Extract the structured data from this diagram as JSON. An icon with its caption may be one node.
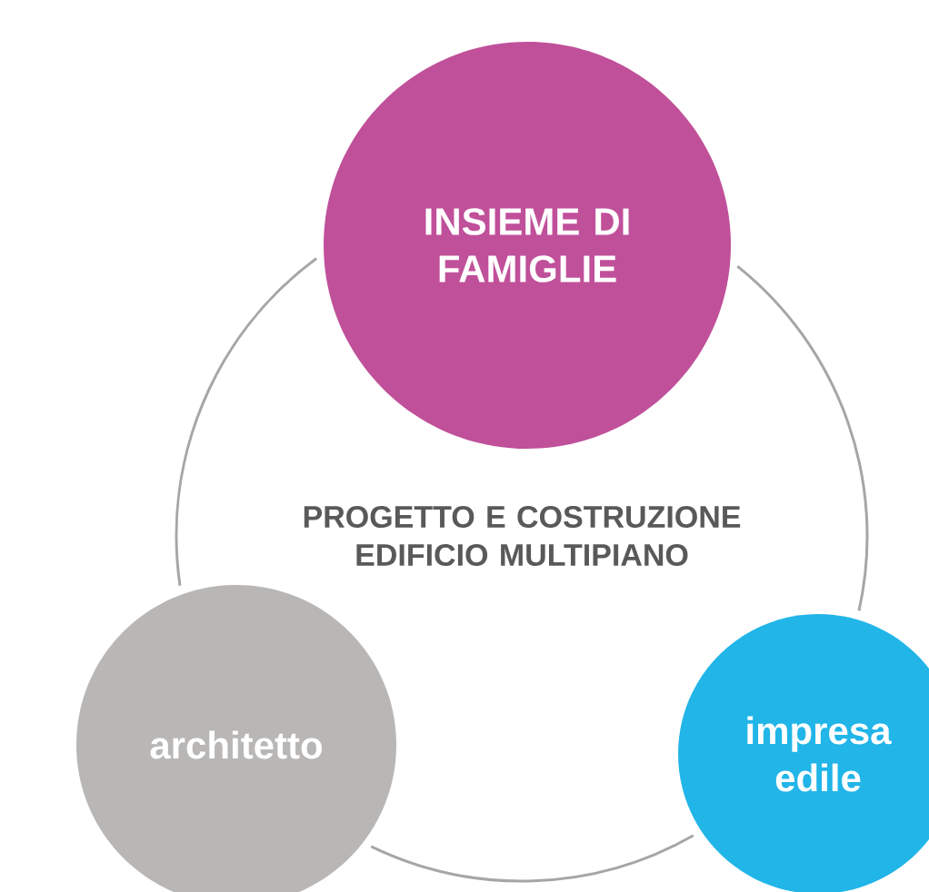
{
  "diagram": {
    "nodes": [
      {
        "text": [
          "PROGETTO E COSTRUZIONE EDIFICIO MULTIPIANO"
        ]
      },
      {
        "text": [
          "INSIEME DI FAMIGLIE"
        ]
      },
      {
        "text": [
          "architetto"
        ]
      },
      {
        "text": [
          "impresa edile"
        ]
      }
    ]
  }
}
